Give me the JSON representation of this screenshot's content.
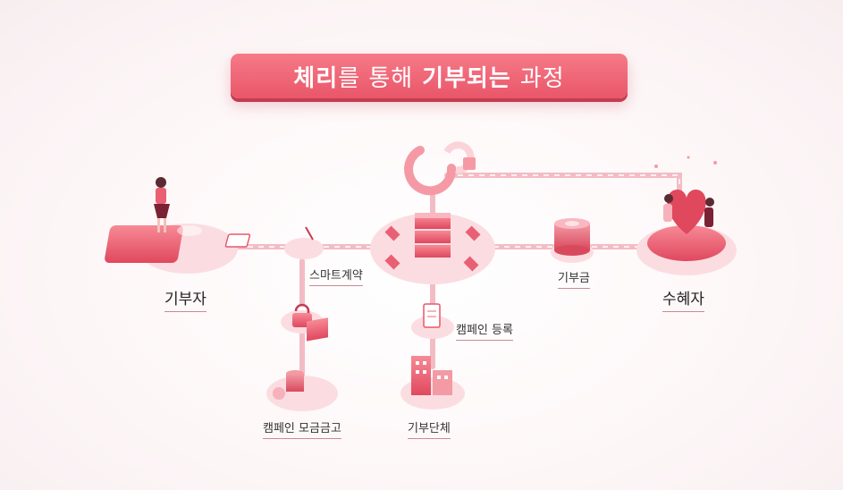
{
  "title": {
    "part1": "체리",
    "part2": "를 통해",
    "part3": "기부되는",
    "part4": "과정"
  },
  "nodes": {
    "donor": "기부자",
    "smart_contract": "스마트계약",
    "campaign_fund": "캠페인 모금금고",
    "campaign_register": "캠페인 등록",
    "organization": "기부단체",
    "donation": "기부금",
    "recipient": "수혜자"
  },
  "colors": {
    "accent": "#e9566a",
    "pale": "#f6c9cf",
    "deep": "#c43c50"
  }
}
